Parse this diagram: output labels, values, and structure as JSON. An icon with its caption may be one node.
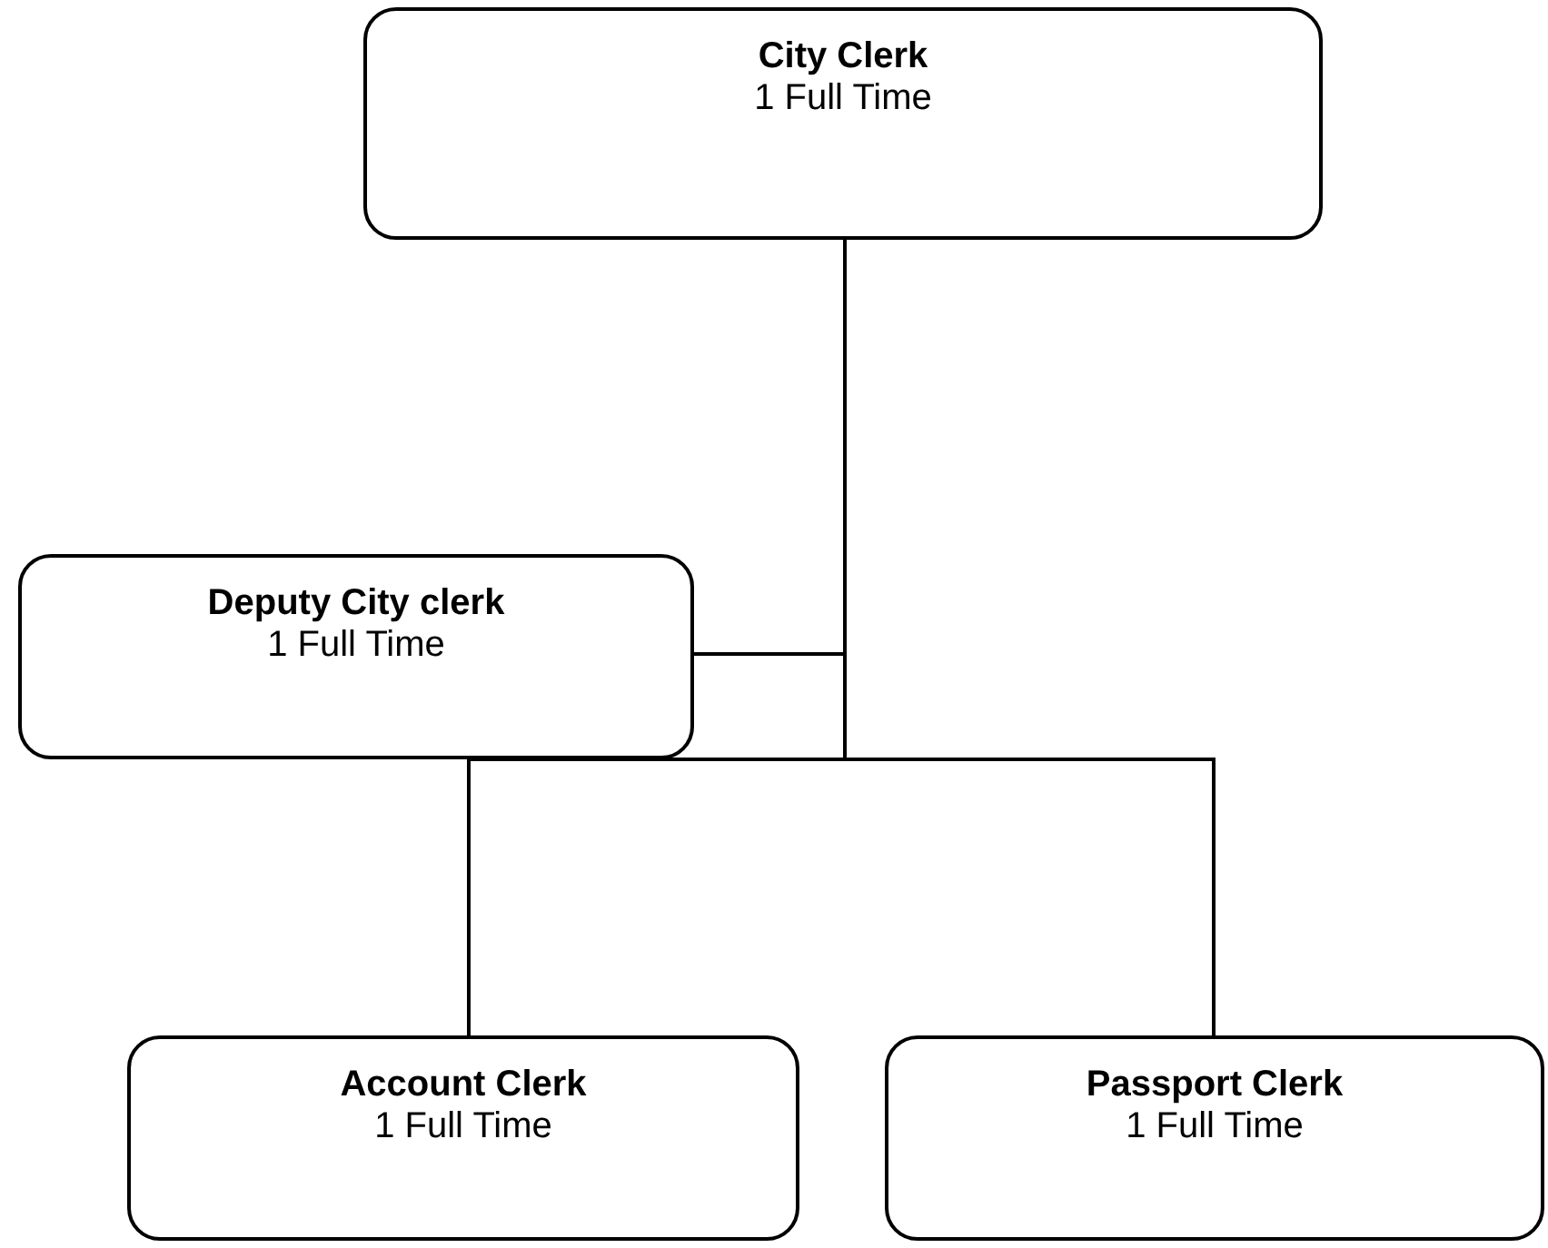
{
  "diagram": {
    "nodes": [
      {
        "text": [
          "City Clerk",
          "1 Full Time"
        ]
      },
      {
        "text": [
          "Deputy City clerk",
          "1 Full Time"
        ]
      },
      {
        "text": [
          "Account Clerk",
          "1 Full Time"
        ]
      },
      {
        "text": [
          "Passport Clerk",
          "1 Full Time"
        ]
      }
    ],
    "edges": [
      {
        "from": 0,
        "to": 1,
        "arrow": "none"
      },
      {
        "from": 0,
        "to": 2,
        "arrow": "none"
      },
      {
        "from": 0,
        "to": 3,
        "arrow": "none"
      }
    ]
  }
}
